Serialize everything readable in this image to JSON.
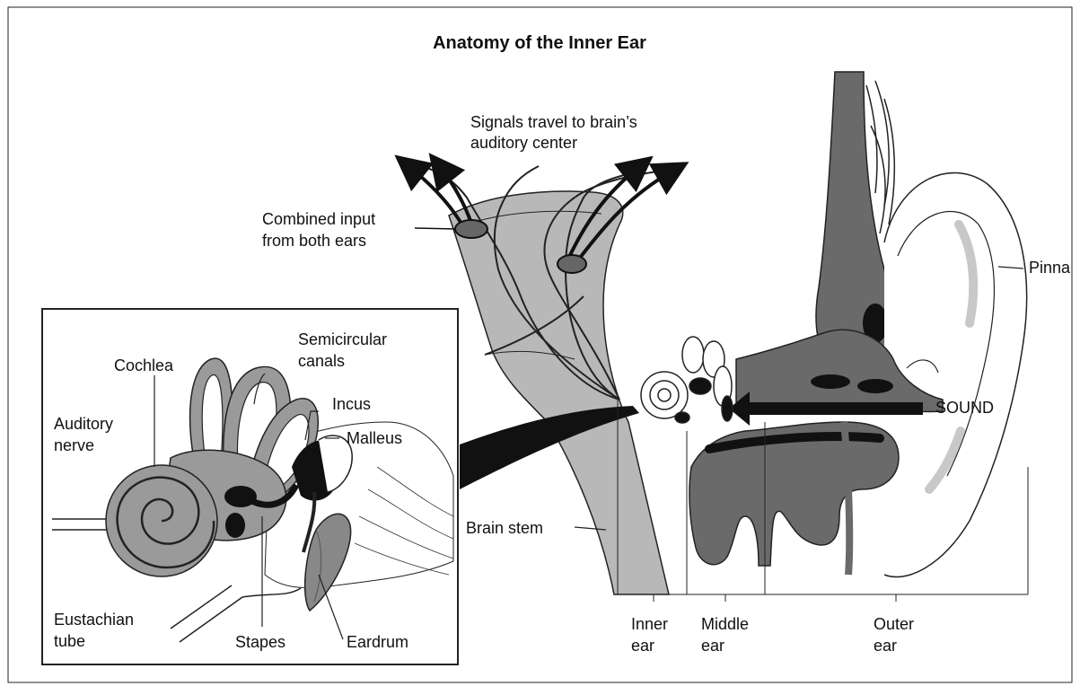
{
  "title": "Anatomy of the Inner Ear",
  "colors": {
    "tissue": "#9a9a9a",
    "dark": "#555555",
    "light": "#bcbcbc",
    "ink": "#111111"
  },
  "labels": {
    "signals": [
      "Signals travel to brain’s",
      "auditory center"
    ],
    "combined": [
      "Combined input",
      "from both ears"
    ],
    "semicircular": [
      "Semicircular",
      "canals"
    ],
    "cochlea": "Cochlea",
    "incus": "Incus",
    "malleus": "Malleus",
    "auditory_nerve": [
      "Auditory",
      "nerve"
    ],
    "eustachian": [
      "Eustachian",
      "tube"
    ],
    "stapes": "Stapes",
    "eardrum": "Eardrum",
    "brain_stem": "Brain stem",
    "pinna": "Pinna",
    "sound": "SOUND",
    "inner_ear": [
      "Inner",
      "ear"
    ],
    "middle_ear": [
      "Middle",
      "ear"
    ],
    "outer_ear": [
      "Outer",
      "ear"
    ]
  }
}
